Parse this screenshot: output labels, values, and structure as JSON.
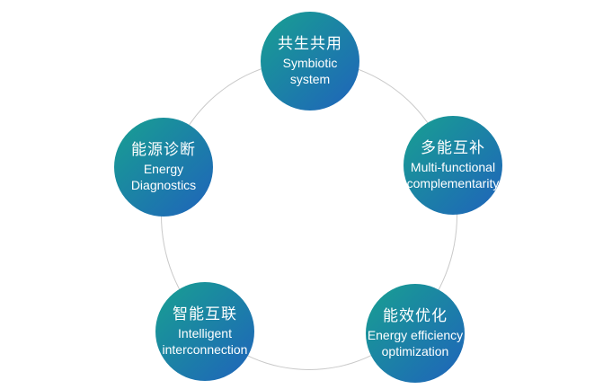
{
  "diagram": {
    "type": "cycle",
    "node_count": 5,
    "nodes": [
      {
        "id": "symbiotic-system",
        "zh": "共生共用",
        "en": "Symbiotic\nsystem"
      },
      {
        "id": "multi-functional-complementarity",
        "zh": "多能互补",
        "en": "Multi-functional\ncomplementarity"
      },
      {
        "id": "energy-efficiency-optimization",
        "zh": "能效优化",
        "en": "Energy efficiency\noptimization"
      },
      {
        "id": "intelligent-interconnection",
        "zh": "智能互联",
        "en": "Intelligent\ninterconnection"
      },
      {
        "id": "energy-diagnostics",
        "zh": "能源诊断",
        "en": "Energy\nDiagnostics"
      }
    ]
  },
  "colors": {
    "teal": "#18a091",
    "blue": "#1e6cb5",
    "ring": "#c9c9c9",
    "background": "#ffffff",
    "text": "#ffffff"
  }
}
